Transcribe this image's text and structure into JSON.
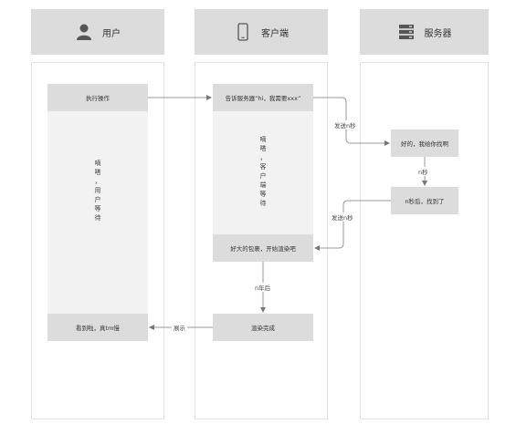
{
  "headers": {
    "user": "用户",
    "client": "客户端",
    "server": "服务器"
  },
  "icons": {
    "user": "person-icon",
    "client": "mobile-phone-icon",
    "server": "server-icon"
  },
  "nodes": {
    "perform_action": "执行操作",
    "user_waiting": "嘀\n嗒\n，\n用\n户\n等\n待",
    "see_it": "看到啦，真tm慢",
    "tell_server": "告诉服务器“hi，我需要xxx”",
    "client_waiting": "嘀\n嗒\n，\n客\n户\n端\n等\n待",
    "got_package": "好大的包裹，开始渲染吧",
    "render_done": "渲染完成",
    "ok_find": "好的，我给你找啊",
    "found": "n秒后，找到了"
  },
  "edges": {
    "send_n_sec_1": "发送n秒",
    "n_sec": "n秒",
    "send_n_sec_2": "发送n秒",
    "n_years_later": "n年后",
    "display": "展示"
  },
  "colors": {
    "header_bg": "#dcdcdc",
    "box_bg": "#dcdcdc",
    "region_bg": "#f2f2f2",
    "line": "#9a9a9a"
  }
}
